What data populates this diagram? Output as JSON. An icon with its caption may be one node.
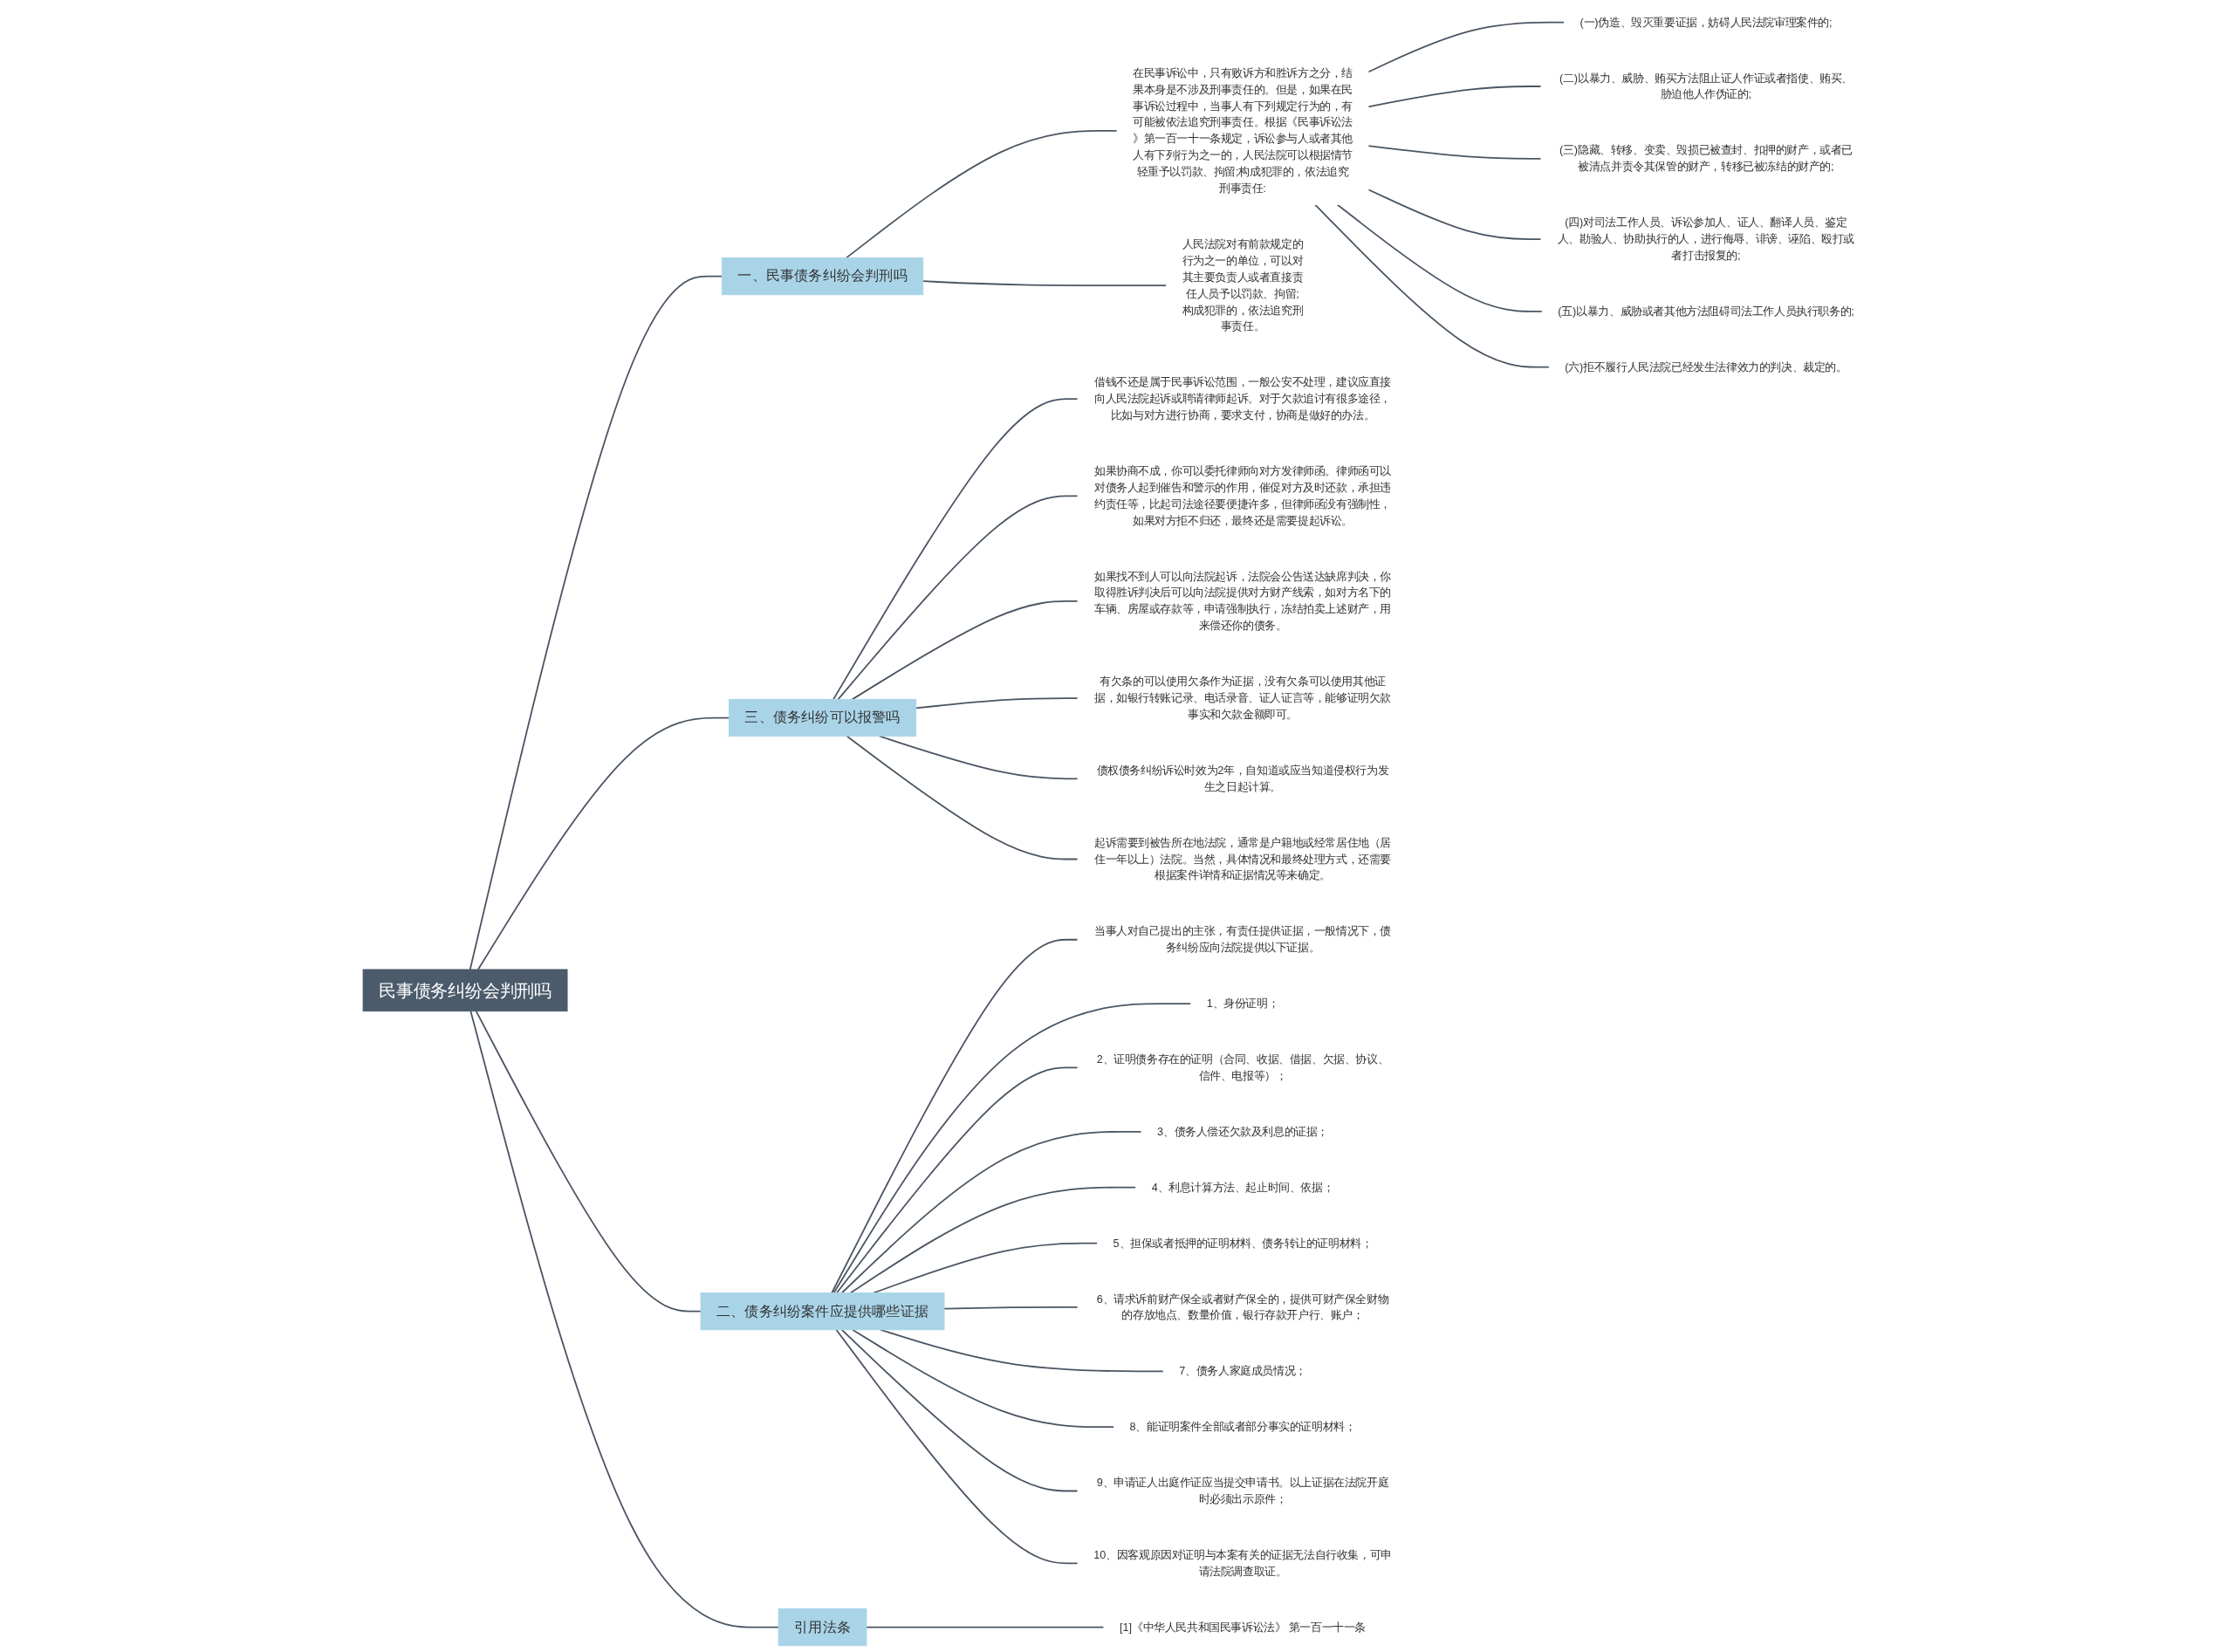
{
  "diagram": {
    "nodes": [
      {
        "text": [
          "民事债务纠纷会判刑吗"
        ]
      },
      {
        "text": [
          "一、民事债务纠纷会判刑吗"
        ]
      },
      {
        "text": [
          "在民事诉讼中，只有败诉方和胜诉方之分，结果本身是不涉及刑事责任的。但是，如果在民事诉讼过程中，当事人有下列规定行为的，有可能被依法追究刑事责任。根据《民事诉讼法》第一百一十一条规定，诉讼参与人或者其他人有下列行为之一的，人民法院可以根据情节轻重予以罚款、拘留;构成犯罪的，依法追究刑事责任:"
        ]
      },
      {
        "text": [
          "(一)伪造、毁灭重要证据，妨碍人民法院审理案件的;"
        ]
      },
      {
        "text": [
          "(二)以暴力、威胁、贿买方法阻止证人作证或者指使、贿买、胁迫他人作伪证的;"
        ]
      },
      {
        "text": [
          "(三)隐藏、转移、变卖、毁损已被查封、扣押的财产，或者已被清点并责令其保管的财产，转移已被冻结的财产的;"
        ]
      },
      {
        "text": [
          "(四)对司法工作人员、诉讼参加人、证人、翻译人员、鉴定人、勘验人、协助执行的人，进行侮辱、诽谤、诬陷、殴打或者打击报复的;"
        ]
      },
      {
        "text": [
          "(五)以暴力、威胁或者其他方法阻碍司法工作人员执行职务的;"
        ]
      },
      {
        "text": [
          "(六)拒不履行人民法院已经发生法律效力的判决、裁定的。"
        ]
      },
      {
        "text": [
          "人民法院对有前款规定的行为之一的单位，可以对其主要负责人或者直接责任人员予以罚款、拘留;构成犯罪的，依法追究刑事责任。"
        ]
      },
      {
        "text": [
          "三、债务纠纷可以报警吗"
        ]
      },
      {
        "text": [
          "借钱不还是属于民事诉讼范围，一般公安不处理，建议应直接向人民法院起诉或聘请律师起诉。对于欠款追讨有很多途径，比如与对方进行协商，要求支付，协商是做好的办法。"
        ]
      },
      {
        "text": [
          "如果协商不成，你可以委托律师向对方发律师函。律师函可以对债务人起到催告和警示的作用，催促对方及时还款，承担违约责任等，比起司法途径要便捷许多，但律师函没有强制性，如果对方拒不归还，最终还是需要提起诉讼。"
        ]
      },
      {
        "text": [
          "如果找不到人可以向法院起诉，法院会公告送达缺席判决，你取得胜诉判决后可以向法院提供对方财产线索，如对方名下的车辆、房屋或存款等，申请强制执行，冻结拍卖上述财产，用来偿还你的债务。"
        ]
      },
      {
        "text": [
          "有欠条的可以使用欠条作为证据，没有欠条可以使用其他证据，如银行转账记录、电话录音、证人证言等，能够证明欠款事实和欠款金额即可。"
        ]
      },
      {
        "text": [
          "债权债务纠纷诉讼时效为2年，自知道或应当知道侵权行为发生之日起计算。"
        ]
      },
      {
        "text": [
          "起诉需要到被告所在地法院，通常是户籍地或经常居住地（居住一年以上）法院。当然，具体情况和最终处理方式，还需要根据案件详情和证据情况等来确定。"
        ]
      },
      {
        "text": [
          "二、债务纠纷案件应提供哪些证据"
        ]
      },
      {
        "text": [
          "当事人对自己提出的主张，有责任提供证据，一般情况下，债务纠纷应向法院提供以下证据。"
        ]
      },
      {
        "text": [
          "1、身份证明；"
        ]
      },
      {
        "text": [
          "2、证明债务存在的证明（合同、收据、借据、欠据、协议、信件、电报等）；"
        ]
      },
      {
        "text": [
          "3、债务人偿还欠款及利息的证据；"
        ]
      },
      {
        "text": [
          "4、利息计算方法、起止时间、依据；"
        ]
      },
      {
        "text": [
          "5、担保或者抵押的证明材料、债务转让的证明材料；"
        ]
      },
      {
        "text": [
          "6、请求诉前财产保全或者财产保全的，提供可财产保全财物的存放地点、数量价值，银行存款开户行、账户；"
        ]
      },
      {
        "text": [
          "7、债务人家庭成员情况；"
        ]
      },
      {
        "text": [
          "8、能证明案件全部或者部分事实的证明材料；"
        ]
      },
      {
        "text": [
          "9、申请证人出庭作证应当提交申请书。以上证据在法院开庭时必须出示原件；"
        ]
      },
      {
        "text": [
          "10、因客观原因对证明与本案有关的证据无法自行收集，可申请法院调查取证。"
        ]
      },
      {
        "text": [
          "引用法条"
        ]
      },
      {
        "text": [
          "[1]《中华人民共和国民事诉讼法》 第一百一十一条"
        ]
      }
    ],
    "edges": [
      {
        "from": 0,
        "to": 1,
        "arrow": "none"
      },
      {
        "from": 1,
        "to": 2,
        "arrow": "none"
      },
      {
        "from": 2,
        "to": 3,
        "arrow": "none"
      },
      {
        "from": 2,
        "to": 4,
        "arrow": "none"
      },
      {
        "from": 2,
        "to": 5,
        "arrow": "none"
      },
      {
        "from": 2,
        "to": 6,
        "arrow": "none"
      },
      {
        "from": 2,
        "to": 7,
        "arrow": "none"
      },
      {
        "from": 2,
        "to": 8,
        "arrow": "none"
      },
      {
        "from": 1,
        "to": 9,
        "arrow": "none"
      },
      {
        "from": 0,
        "to": 10,
        "arrow": "none"
      },
      {
        "from": 10,
        "to": 11,
        "arrow": "none"
      },
      {
        "from": 10,
        "to": 12,
        "arrow": "none"
      },
      {
        "from": 10,
        "to": 13,
        "arrow": "none"
      },
      {
        "from": 10,
        "to": 14,
        "arrow": "none"
      },
      {
        "from": 10,
        "to": 15,
        "arrow": "none"
      },
      {
        "from": 10,
        "to": 16,
        "arrow": "none"
      },
      {
        "from": 0,
        "to": 17,
        "arrow": "none"
      },
      {
        "from": 17,
        "to": 18,
        "arrow": "none"
      },
      {
        "from": 17,
        "to": 19,
        "arrow": "none"
      },
      {
        "from": 17,
        "to": 20,
        "arrow": "none"
      },
      {
        "from": 17,
        "to": 21,
        "arrow": "none"
      },
      {
        "from": 17,
        "to": 22,
        "arrow": "none"
      },
      {
        "from": 17,
        "to": 23,
        "arrow": "none"
      },
      {
        "from": 17,
        "to": 24,
        "arrow": "none"
      },
      {
        "from": 17,
        "to": 25,
        "arrow": "none"
      },
      {
        "from": 17,
        "to": 26,
        "arrow": "none"
      },
      {
        "from": 17,
        "to": 27,
        "arrow": "none"
      },
      {
        "from": 17,
        "to": 28,
        "arrow": "none"
      },
      {
        "from": 0,
        "to": 29,
        "arrow": "none"
      },
      {
        "from": 29,
        "to": 30,
        "arrow": "none"
      }
    ]
  }
}
